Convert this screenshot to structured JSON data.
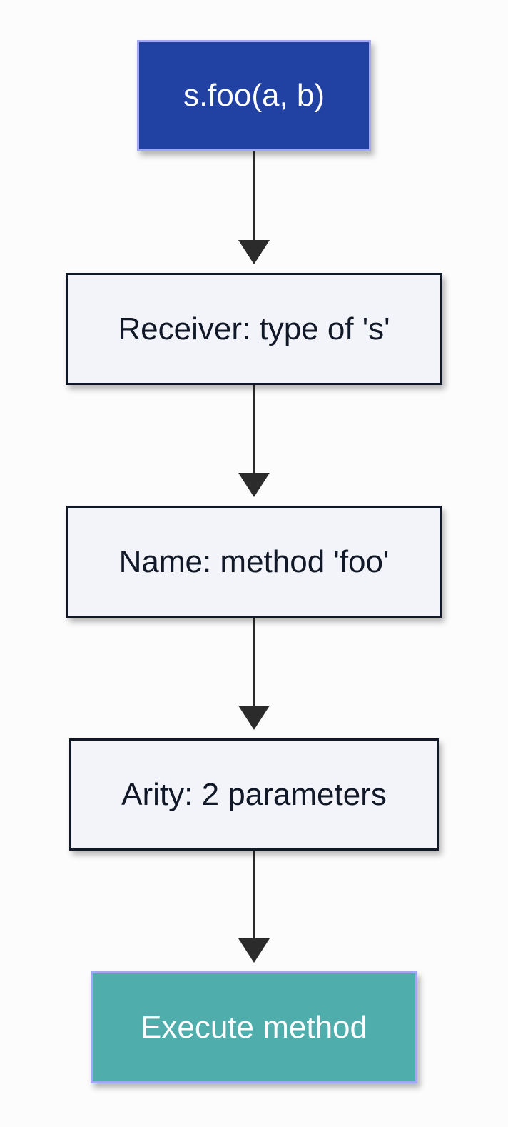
{
  "diagram": {
    "type": "flowchart",
    "direction": "top-to-bottom",
    "nodes": [
      {
        "id": "call",
        "label": "s.foo(a, b)",
        "style": "start"
      },
      {
        "id": "receiver",
        "label": "Receiver: type of 's'",
        "style": "step"
      },
      {
        "id": "name",
        "label": "Name: method 'foo'",
        "style": "step"
      },
      {
        "id": "arity",
        "label": "Arity: 2 parameters",
        "style": "step"
      },
      {
        "id": "execute",
        "label": "Execute method",
        "style": "end"
      }
    ],
    "edges": [
      {
        "from": "call",
        "to": "receiver"
      },
      {
        "from": "receiver",
        "to": "name"
      },
      {
        "from": "name",
        "to": "arity"
      },
      {
        "from": "arity",
        "to": "execute"
      }
    ]
  },
  "colors": {
    "start_fill": "#2142a3",
    "end_fill": "#4fadac",
    "step_fill": "#f3f4f9",
    "edge": "#2b2b2b"
  }
}
